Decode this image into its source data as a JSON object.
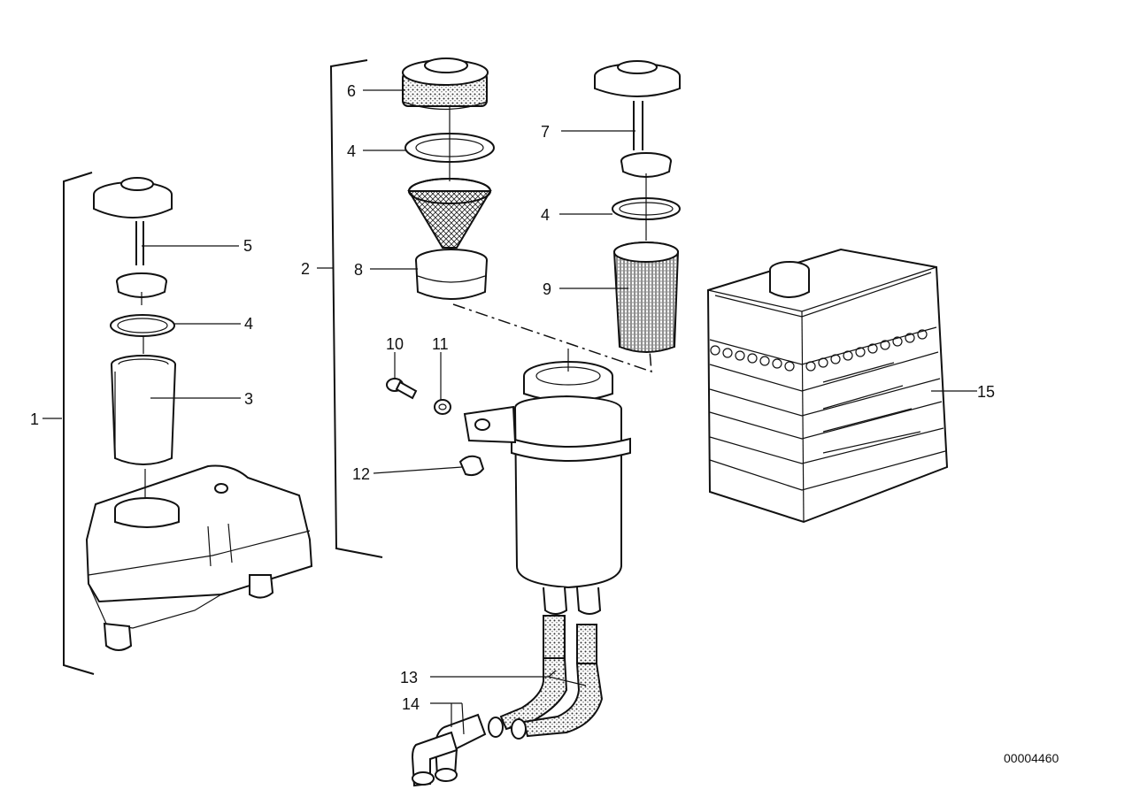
{
  "labels": {
    "l1": "1",
    "l2": "2",
    "l3": "3",
    "l4a": "4",
    "l4b": "4",
    "l4c": "4",
    "l5": "5",
    "l6": "6",
    "l7": "7",
    "l8": "8",
    "l9": "9",
    "l10": "10",
    "l11": "11",
    "l12": "12",
    "l13": "13",
    "l14": "14",
    "l15": "15"
  },
  "diagram_code": "00004460"
}
